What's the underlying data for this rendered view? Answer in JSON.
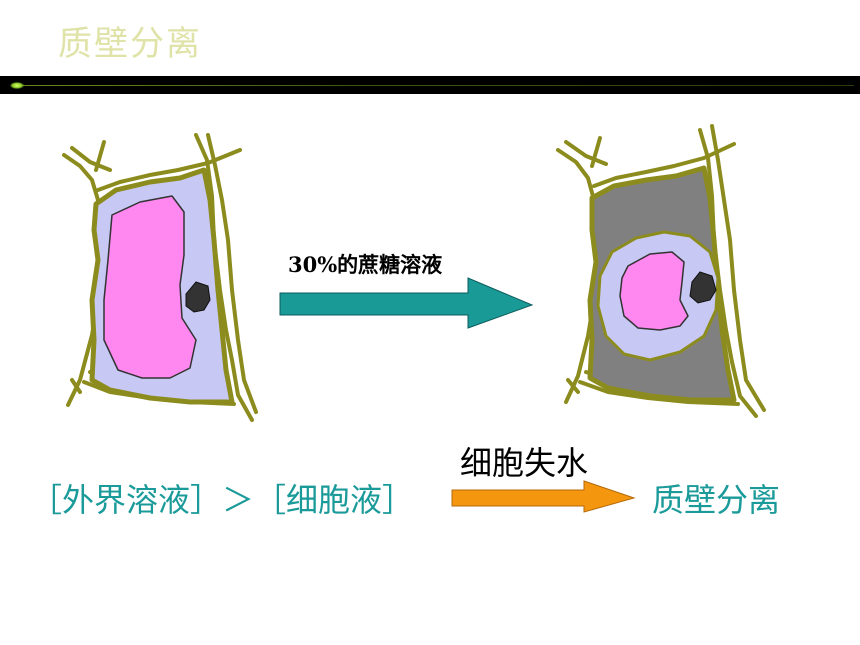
{
  "title": "质壁分离",
  "arrow_label": "30%的蔗糖溶液",
  "equation_left": "［外界溶液］＞［细胞液］",
  "arrow_caption": "细胞失水",
  "equation_right": "质壁分离",
  "colors": {
    "title": "#e0e3a8",
    "teal_text": "#1b9a9a",
    "cell_wall": "#8c8c1e",
    "cytoplasm": "#c8c8f5",
    "vacuole": "#ff88f0",
    "nucleus": "#333333",
    "plasmolyzed_gap": "#808080",
    "teal_arrow": "#199a96",
    "orange_arrow": "#f5960f"
  }
}
